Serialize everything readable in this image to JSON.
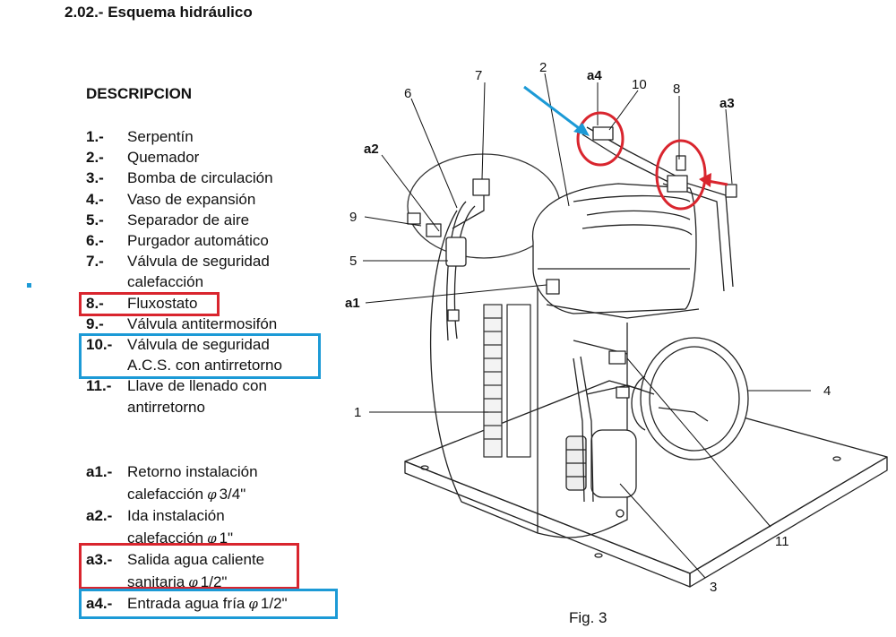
{
  "section_title": "2.02.- Esquema hidráulico",
  "description": {
    "heading": "DESCRIPCION",
    "items": [
      {
        "num": "1.-",
        "lines": [
          "Serpentín"
        ]
      },
      {
        "num": "2.-",
        "lines": [
          "Quemador"
        ]
      },
      {
        "num": "3.-",
        "lines": [
          "Bomba de circulación"
        ]
      },
      {
        "num": "4.-",
        "lines": [
          "Vaso de expansión"
        ]
      },
      {
        "num": "5.-",
        "lines": [
          "Separador de aire"
        ]
      },
      {
        "num": "6.-",
        "lines": [
          "Purgador automático"
        ]
      },
      {
        "num": "7.-",
        "lines": [
          "Válvula de seguridad",
          "calefacción"
        ]
      },
      {
        "num": "8.-",
        "lines": [
          "Fluxostato"
        ]
      },
      {
        "num": "9.-",
        "lines": [
          "Válvula antitermosifón"
        ]
      },
      {
        "num": "10.-",
        "lines": [
          "Válvula de seguridad",
          "A.C.S. con antirretorno"
        ]
      },
      {
        "num": "11.-",
        "lines": [
          "Llave de llenado con",
          "antirretorno"
        ]
      }
    ]
  },
  "connections": [
    {
      "num": "a1.-",
      "line1": "Retorno instalación",
      "line2": "calefacción",
      "size": "3/4\""
    },
    {
      "num": "a2.-",
      "line1": "Ida instalación",
      "line2": "calefacción",
      "size": "1\""
    },
    {
      "num": "a3.-",
      "line1": "Salida agua caliente",
      "line2": "sanitaria",
      "size": "1/2\""
    },
    {
      "num": "a4.-",
      "line1": "Entrada agua fría",
      "line2": "",
      "size": "1/2\""
    }
  ],
  "phi_symbol": "φ",
  "callouts": {
    "c1": "1",
    "c2": "2",
    "c3": "3",
    "c4": "4",
    "c5": "5",
    "c6": "6",
    "c7": "7",
    "c8": "8",
    "c9": "9",
    "c10": "10",
    "c11": "11",
    "a1": "a1",
    "a2": "a2",
    "a3": "a3",
    "a4": "a4"
  },
  "figure_caption": "Fig. 3",
  "colors": {
    "highlight_red": "#d9252e",
    "highlight_blue": "#1c9ad6"
  }
}
